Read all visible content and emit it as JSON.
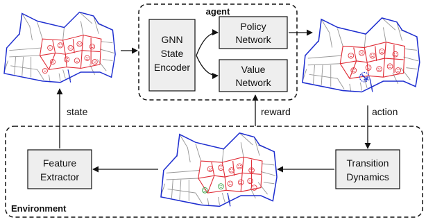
{
  "agent": {
    "title": "agent",
    "encoder_lines": [
      "GNN",
      "State",
      "Encoder"
    ],
    "policy_lines": [
      "Policy",
      "Network"
    ],
    "value_lines": [
      "Value",
      "Network"
    ]
  },
  "environment": {
    "title": "Environment",
    "feature_lines": [
      "Feature",
      "Extractor"
    ],
    "transition_lines": [
      "Transition",
      "Dynamics"
    ]
  },
  "edges": {
    "state": "state",
    "reward": "reward",
    "action": "action"
  },
  "colors": {
    "box_fill": "#eeeeee",
    "stroke": "#111111",
    "map_boundary": "#1f2fd0",
    "road": "#999999",
    "region": "#e0303a",
    "face_sad": "#e0303a",
    "face_happy": "#2e9e3e",
    "action_marker": "#2233cc"
  },
  "icons": {
    "sad_face": "sad-face-icon",
    "happy_face": "happy-face-icon",
    "action_marker": "action-cursor-icon"
  }
}
